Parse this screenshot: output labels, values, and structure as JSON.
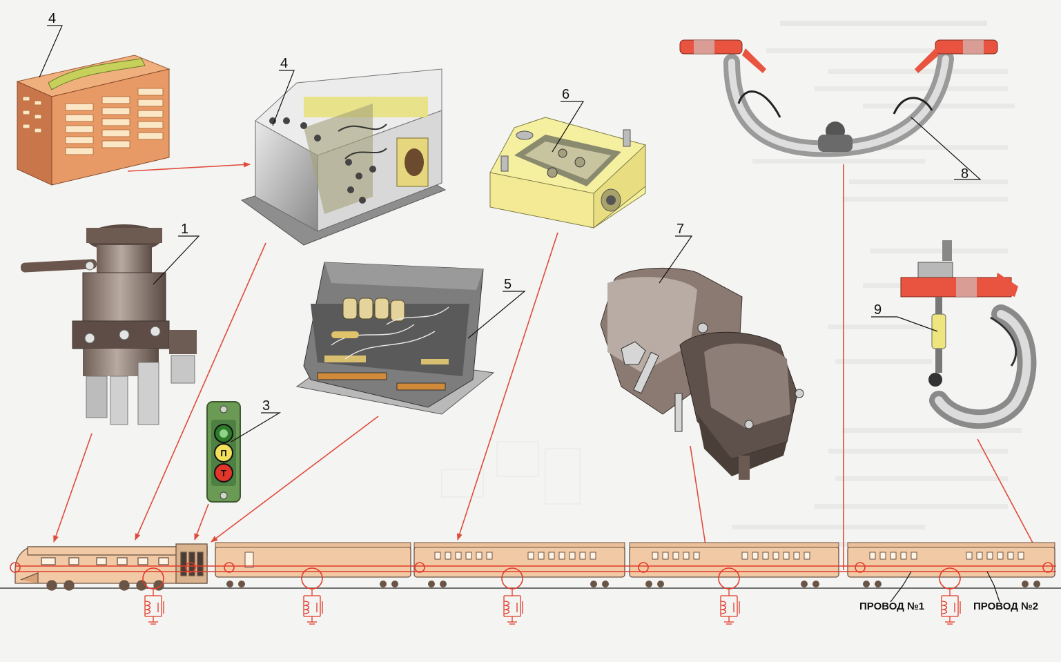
{
  "callouts": {
    "n1": "1",
    "n3": "3",
    "n4a": "4",
    "n4b": "4",
    "n5": "5",
    "n6": "6",
    "n7": "7",
    "n8": "8",
    "n9": "9"
  },
  "signal_lamps": {
    "top": "",
    "middle": "П",
    "bottom": "Т"
  },
  "wire_labels": {
    "wire1": "ПРОВОД №1",
    "wire2": "ПРОВОД №2"
  },
  "colors": {
    "callout_arrow": "#e04a3a",
    "train_body": "#f1c9a4",
    "train_outline": "#6a5446",
    "schematic_red": "#e23a2a",
    "hose_red": "#e8543f",
    "housing_yellow": "#f2ea9a"
  },
  "icons": [
    "fuse-box-icon",
    "relay-block-icon",
    "driver-valve-icon",
    "signal-lamp-panel-icon",
    "terminal-box-icon",
    "isolating-block-icon",
    "electropneumatic-valve-icon",
    "hose-coupling-icon",
    "coupling-head-icon"
  ]
}
